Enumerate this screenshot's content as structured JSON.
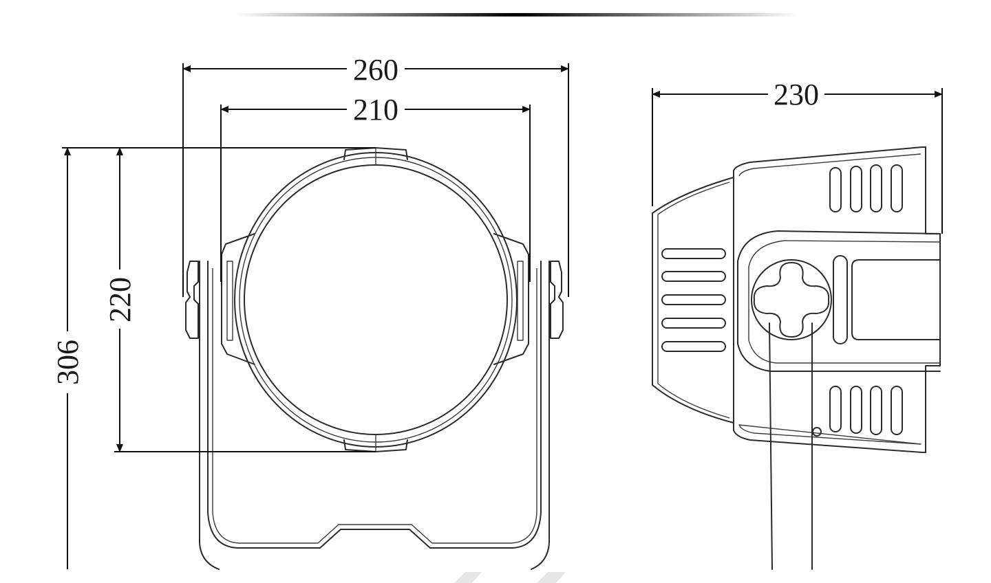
{
  "front_view": {
    "outer_width": "260",
    "inner_width": "210",
    "body_height": "220",
    "overall_height": "306"
  },
  "side_view": {
    "depth": "230"
  },
  "colors": {
    "line": "#2b2b2b",
    "dimension_line": "#111111",
    "background": "#ffffff",
    "watermark": "#e6e6e6"
  }
}
